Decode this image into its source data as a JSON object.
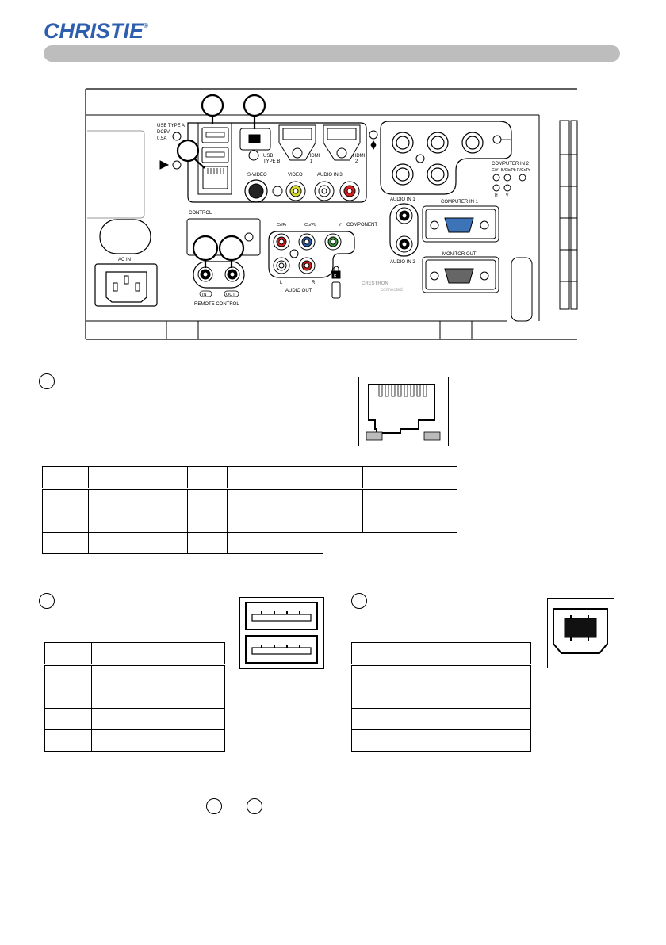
{
  "header": {
    "brand": "CHRISTIE",
    "trademark": "®"
  },
  "diagram": {
    "labels": {
      "usb_type_a": "USB TYPE A",
      "usb_power": "DC5V",
      "usb_current": "0.5A",
      "usb_type_b_1": "USB",
      "usb_type_b_2": "TYPE B",
      "hdmi": "HDMI",
      "hdmi1": "1",
      "hdmi2": "2",
      "s_video": "S-VIDEO",
      "video": "VIDEO",
      "audio_in3": "AUDIO IN 3",
      "l": "L",
      "r": "R",
      "computer_in2": "COMPUTER IN 2",
      "g_y": "G/Y",
      "b_cb_pb": "B/Cb/Pb",
      "r_cr_pr": "R/Cr/Pr",
      "h": "H",
      "v": "V",
      "audio_in1": "AUDIO IN 1",
      "audio_in2": "AUDIO IN 2",
      "computer_in1": "COMPUTER IN 1",
      "monitor_out": "MONITOR OUT",
      "control": "CONTROL",
      "ac_in": "AC IN",
      "cr_pr": "Cr/Pr",
      "cb_pb": "Cb/Pb",
      "y": "Y",
      "component": "COMPONENT",
      "audio_out": "AUDIO OUT",
      "in": "IN",
      "out": "OUT",
      "remote_control": "REMOTE CONTROL",
      "crestron": "CRESTRON",
      "connected": "connected",
      "kensington": "K"
    },
    "colors": {
      "video": "#d8d82a",
      "red": "#d42020",
      "blue": "#2a5fb0",
      "green": "#3a9a3a",
      "vga_in": "#3d74b8",
      "vga_out": "#666666"
    }
  },
  "sections": {
    "lan": {
      "table_rows": 4,
      "table_cols": 6
    },
    "usb_a": {
      "table_rows": 5,
      "table_cols": 2
    },
    "usb_b": {
      "table_rows": 5,
      "table_cols": 2
    }
  }
}
